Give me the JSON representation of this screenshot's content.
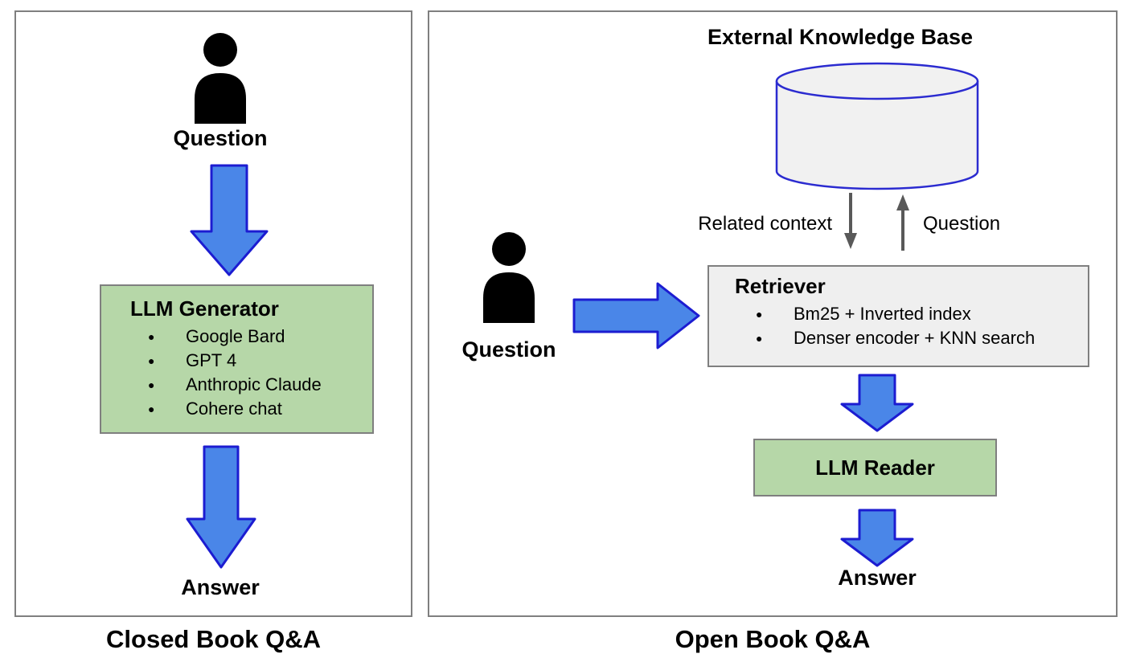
{
  "closed_panel": {
    "caption": "Closed Book Q&A",
    "question_label": "Question",
    "answer_label": "Answer",
    "generator_box": {
      "title": "LLM Generator",
      "items": [
        "Google Bard",
        "GPT 4",
        "Anthropic Claude",
        "Cohere chat"
      ]
    }
  },
  "open_panel": {
    "caption": "Open Book Q&A",
    "knowledge_base_title": "External Knowledge Base",
    "related_context_label": "Related context",
    "kb_question_label": "Question",
    "user_question_label": "Question",
    "answer_label": "Answer",
    "retriever_box": {
      "title": "Retriever",
      "items": [
        "Bm25 + Inverted index",
        "Denser encoder + KNN search"
      ]
    },
    "reader_box": {
      "title": "LLM Reader"
    }
  },
  "colors": {
    "arrow_fill": "#4a86e8",
    "arrow_stroke": "#1c1cd1",
    "green_box": "#b6d7a8",
    "gray_box": "#efefef",
    "box_border": "#7f7f7f",
    "cylinder_fill": "#f1f1f1",
    "cylinder_stroke": "#2b2bd0",
    "gray_arrow": "#595959"
  }
}
